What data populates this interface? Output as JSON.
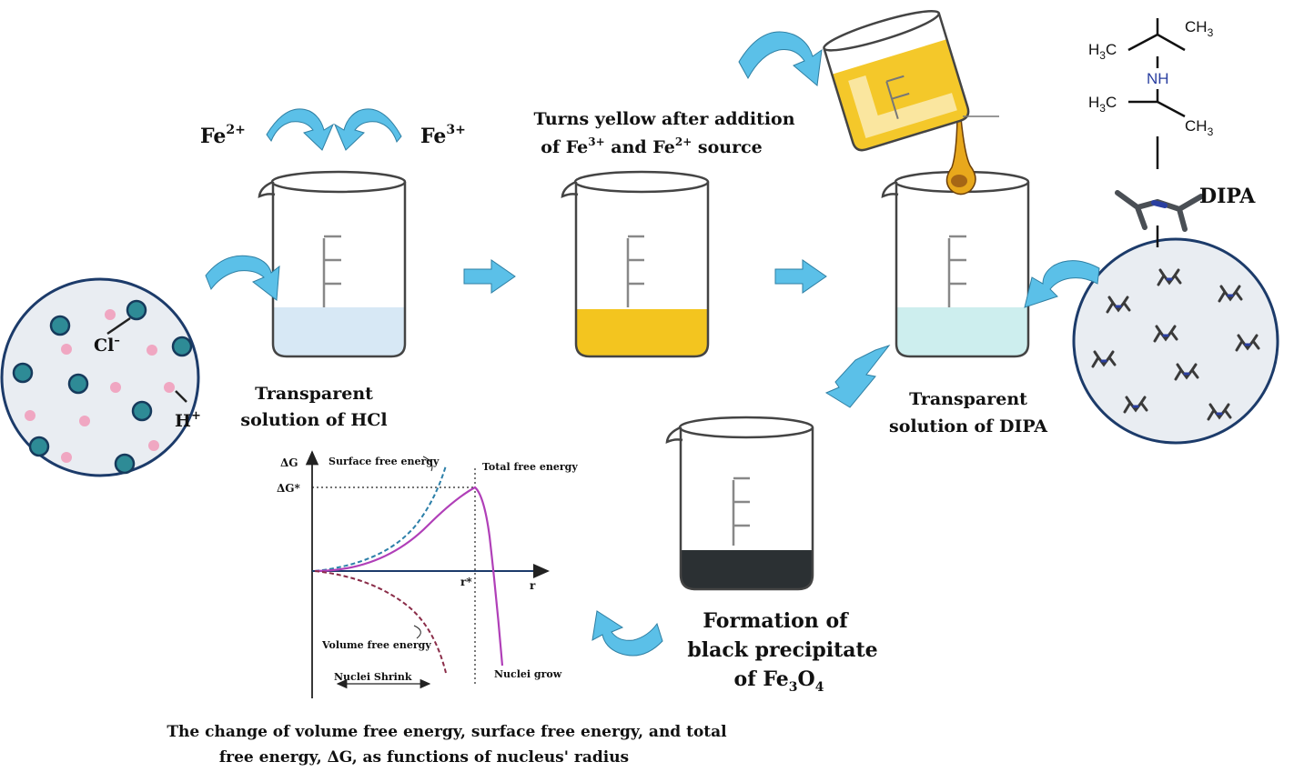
{
  "ions": {
    "fe2": "Fe",
    "fe2_charge": "2+",
    "fe3": "Fe",
    "fe3_charge": "3+",
    "cl": "Cl",
    "cl_charge": "–",
    "h": "H",
    "h_charge": "+"
  },
  "steps": {
    "hcl_line1": "Transparent",
    "hcl_line2": "solution of HCl",
    "yellow_line1": "Turns yellow after addition",
    "yellow_line2_a": "of Fe",
    "yellow_line2_b": "3+",
    "yellow_line2_c": " and Fe",
    "yellow_line2_d": "2+",
    "yellow_line2_e": " source",
    "dipa_sol_line1": "Transparent",
    "dipa_sol_line2": "solution of DIPA",
    "dipa_label": "DIPA",
    "black_line1": "Formation of",
    "black_line2": "black precipitate",
    "black_line3_a": "of Fe",
    "black_line3_b": "3",
    "black_line3_c": "O",
    "black_line3_d": "4"
  },
  "molecule": {
    "ch3_tl": "H",
    "ch3_tl_sub": "3",
    "ch3_tl_c": "C",
    "ch3_tr": "CH",
    "ch3_tr_sub": "3",
    "nh": "NH",
    "ch3_bl": "H",
    "ch3_bl_sub": "3",
    "ch3_bl_c": "C",
    "ch3_br": "CH",
    "ch3_br_sub": "3"
  },
  "graph": {
    "y_axis": "ΔG",
    "y_star": "ΔG*",
    "x_axis": "r",
    "x_star": "r*",
    "surface": "Surface free energy",
    "total": "Total free energy",
    "volume": "Volume free energy",
    "shrink": "Nuclei Shrink",
    "grow": "Nuclei grow"
  },
  "caption": {
    "line1": "The change of volume free energy, surface free energy, and total",
    "line2": "free energy, ΔG, as functions of nucleus' radius"
  },
  "colors": {
    "arrow": "#5bc0e8",
    "yellow": "#f3c51f",
    "hcl": "#d7e8f5",
    "dipa": "#cdeeee",
    "black": "#2b3033",
    "ion_dark": "#2e8b96",
    "ion_pink": "#f0a7c2",
    "total_curve": "#b03fb8",
    "surface_curve": "#2c7fa8",
    "volume_curve": "#8a2c48"
  }
}
